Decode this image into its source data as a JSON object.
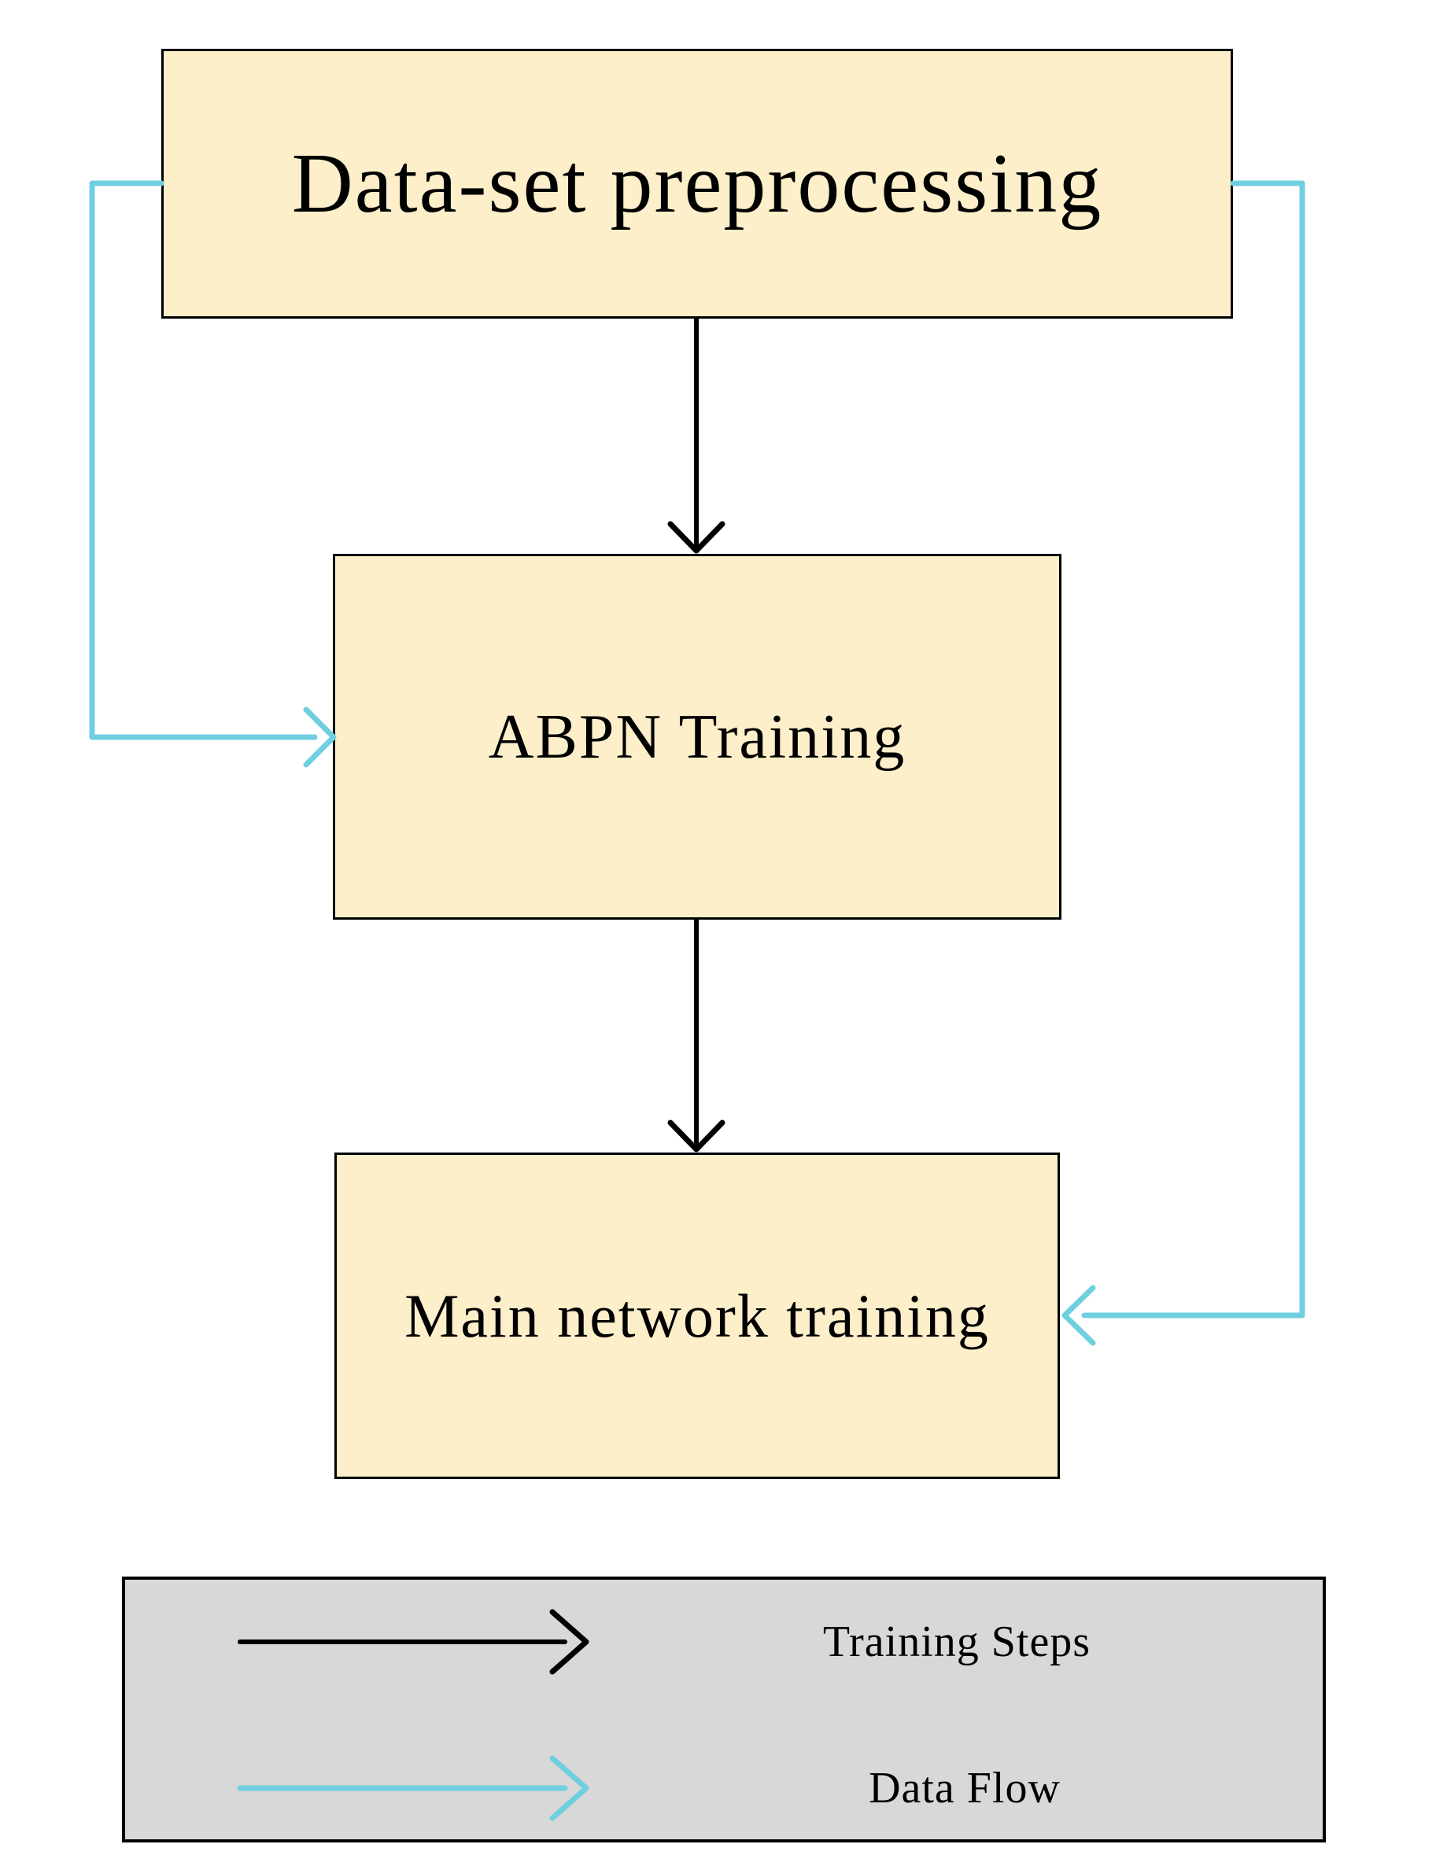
{
  "diagram_type": "flowchart",
  "nodes": [
    {
      "id": "dataset-preprocessing",
      "label": "Data-set preprocessing"
    },
    {
      "id": "abpn-training",
      "label": "ABPN Training"
    },
    {
      "id": "main-network-training",
      "label": "Main network training"
    }
  ],
  "edges": [
    {
      "from": "dataset-preprocessing",
      "to": "abpn-training",
      "type": "training-step"
    },
    {
      "from": "abpn-training",
      "to": "main-network-training",
      "type": "training-step"
    },
    {
      "from": "dataset-preprocessing",
      "to": "abpn-training",
      "type": "data-flow",
      "route": "left-side"
    },
    {
      "from": "dataset-preprocessing",
      "to": "main-network-training",
      "type": "data-flow",
      "route": "right-side"
    }
  ],
  "legend": {
    "items": [
      {
        "label": "Training Steps",
        "color": "#000000"
      },
      {
        "label": "Data Flow",
        "color": "#6FCFE1"
      }
    ]
  },
  "colors": {
    "node_fill": "#FCEFC9",
    "node_border": "#000000",
    "training_steps_arrow": "#000000",
    "data_flow_arrow": "#6FCFE1",
    "legend_fill": "#D8D8D8",
    "background": "#FFFFFF"
  }
}
